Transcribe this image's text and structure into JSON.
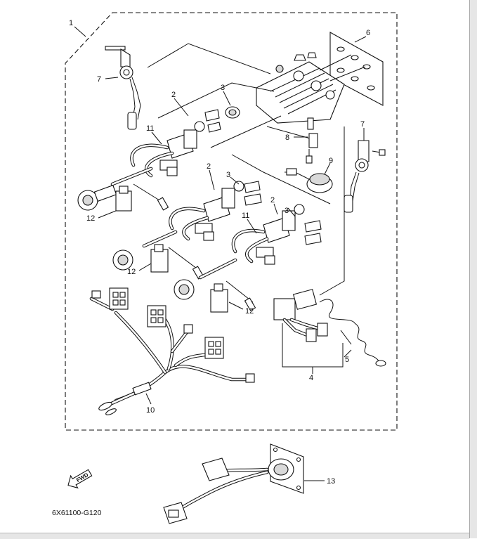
{
  "diagram": {
    "catalog_code": "6X61100-G120",
    "direction_badge": "FWD",
    "callouts": {
      "c1": "1",
      "c2a": "2",
      "c3a": "3",
      "c6": "6",
      "c7a": "7",
      "c7b": "7",
      "c8": "8",
      "c9": "9",
      "c11a": "11",
      "c2b": "2",
      "c3b": "3",
      "c2c": "2",
      "c3c": "3",
      "c11b": "11",
      "c12a": "12",
      "c12b": "12",
      "c12c": "12",
      "c4": "4",
      "c5": "5",
      "c10": "10",
      "c13": "13"
    }
  }
}
